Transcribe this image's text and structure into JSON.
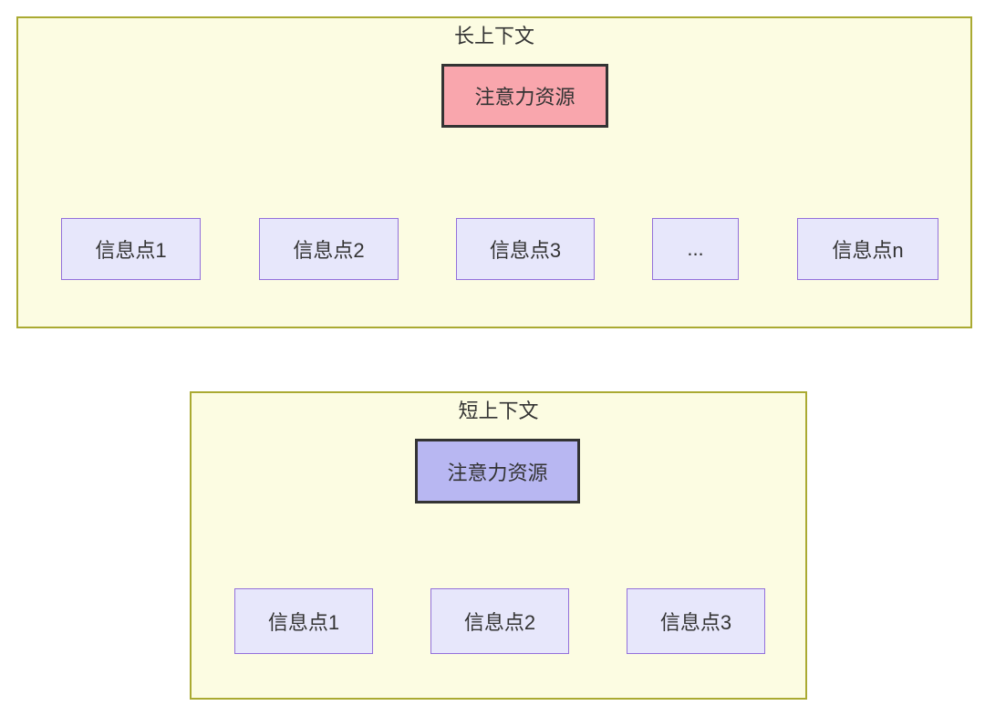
{
  "colors": {
    "page_bg": "#ffffff",
    "panel_bg": "#fcfce2",
    "panel_border": "#aaaa32",
    "attention_long_fill": "#f9a6ad",
    "attention_short_fill": "#b8b7f2",
    "node_border_dark": "#333333",
    "info_fill": "#e7e7fb",
    "info_border": "#9370db",
    "text": "#333333",
    "arrow": "#333333"
  },
  "panels": [
    {
      "title": "长上下文",
      "attention_label": "注意力资源",
      "nodes": [
        {
          "label": "信息点1"
        },
        {
          "label": "信息点2"
        },
        {
          "label": "信息点3"
        },
        {
          "label": "..."
        },
        {
          "label": "信息点n"
        }
      ],
      "edges": [
        {
          "from": "注意力资源",
          "to": "信息点1"
        },
        {
          "from": "注意力资源",
          "to": "信息点2"
        },
        {
          "from": "注意力资源",
          "to": "信息点3"
        },
        {
          "from": "注意力资源",
          "to": "..."
        },
        {
          "from": "注意力资源",
          "to": "信息点n"
        }
      ]
    },
    {
      "title": "短上下文",
      "attention_label": "注意力资源",
      "nodes": [
        {
          "label": "信息点1"
        },
        {
          "label": "信息点2"
        },
        {
          "label": "信息点3"
        }
      ],
      "edges": [
        {
          "from": "注意力资源",
          "to": "信息点1"
        },
        {
          "from": "注意力资源",
          "to": "信息点2"
        },
        {
          "from": "注意力资源",
          "to": "信息点3"
        }
      ]
    }
  ]
}
